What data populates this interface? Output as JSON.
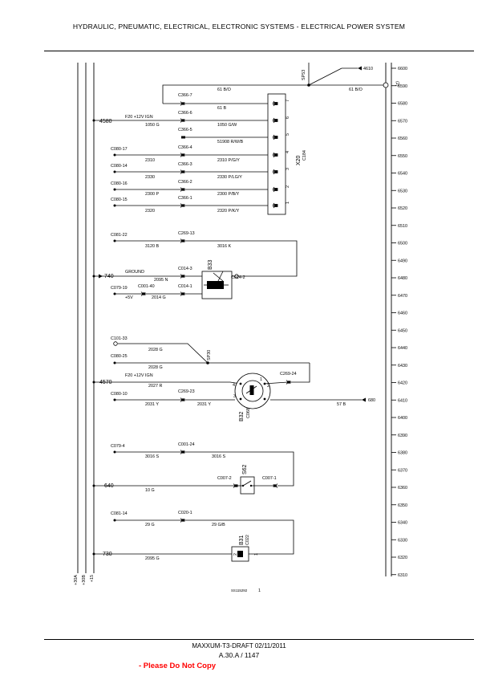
{
  "header": {
    "title": "HYDRAULIC, PNEUMATIC, ELECTRICAL, ELECTRONIC SYSTEMS - ELECTRICAL POWER SYSTEM"
  },
  "rails": {
    "labels": [
      "+30A",
      "+30B",
      "+15"
    ]
  },
  "scale": {
    "ticks": [
      "6600",
      "6590",
      "6580",
      "6570",
      "6560",
      "6550",
      "6540",
      "6530",
      "6520",
      "6510",
      "6500",
      "6490",
      "6480",
      "6470",
      "6460",
      "6450",
      "6440",
      "6430",
      "6420",
      "6410",
      "6400",
      "6390",
      "6380",
      "6370",
      "6360",
      "6350",
      "6340",
      "6330",
      "6320",
      "6310"
    ]
  },
  "top_section": {
    "sp53": "SP53",
    "ref_4610": "4610",
    "wire_61bo_left": "61 B/O",
    "wire_61bo_right": "61 B/O",
    "sheet_ref": "(2)",
    "c366_7": "C366-7",
    "w_61b": "61 B",
    "ref_4580": "4580",
    "f20_a": "F20 +12V IGN",
    "c366_6": "C366-6",
    "w_1050g_l": "1050 G",
    "w_1050gw": "1050 G/W",
    "c366_5": "C366-5",
    "w_51908": "51908 R/W/B",
    "c080_17": "C080-17",
    "c366_4": "C366-4",
    "w_2310": "2310",
    "w_2310pgy": "2310 P/G/Y",
    "c080_14": "C080-14",
    "c366_3": "C366-3",
    "w_2330": "2330",
    "w_2330plgy": "2330 P/LG/Y",
    "c080_16": "C080-16",
    "c366_2": "C366-2",
    "w_2300p": "2300 P",
    "w_2300pby": "2300 P/B/Y",
    "c080_15": "C080-15",
    "c366_1": "C366-1",
    "w_2320": "2320",
    "w_2320pky": "2320 P/K/Y",
    "x20": "X20",
    "c184": "C184",
    "pins": [
      "7",
      "6",
      "5",
      "4",
      "3",
      "2",
      "1"
    ]
  },
  "b33_section": {
    "c081_22": "C081-22",
    "c269_13": "C269-13",
    "w_3120b": "3120 B",
    "w_3016k": "3016 K",
    "b33": "B33",
    "c014_3": "C014-3",
    "ref_740": "740",
    "ground": "GROUND",
    "w_2095n": "2095 N",
    "c014_2": "C014-2",
    "c079_19": "C079-19",
    "c001_40": "C001-40",
    "c014_1": "C014-1",
    "plus5v": "+5V",
    "w_2014g": "2014 G"
  },
  "b32_section": {
    "c101_33": "C101-33",
    "w_2028g_1": "2028 G",
    "sp30": "SP30",
    "c080_25": "C080-25",
    "w_2028g_2": "2028 G",
    "ref_4570": "4570",
    "f20_b": "F20 +12V IGN",
    "c269_24": "C269-24",
    "w_2027r": "2027 R",
    "c080_10": "C080-10",
    "c269_23": "C269-23",
    "w_2031y_1": "2031 Y",
    "w_2031y_2": "2031 Y",
    "w_57b": "57 B",
    "ref_680": "680",
    "b32": "B32",
    "c068": "C068",
    "pin1": "1",
    "pin2": "2",
    "pin3": "3",
    "pin4": "4"
  },
  "s62_section": {
    "c079_4": "C079-4",
    "c001_24": "C001-24",
    "w_3016s_1": "3016 S",
    "w_3016s_2": "3016 S",
    "s62": "S62",
    "c007_2": "C007-2",
    "c007_1": "C007-1",
    "ref_640": "640",
    "w_10g": "10 G"
  },
  "b31_section": {
    "c081_14": "C081-14",
    "c020_1": "C020-1",
    "w_29g": "29 G",
    "w_29gb": "29 G/B",
    "b31": "B31",
    "c022": "C022",
    "ref_730": "730",
    "w_2095g": "2095 G",
    "pin2": "2",
    "pin1": "1"
  },
  "drawing_ref": {
    "id": "SS115292",
    "num": "1"
  },
  "footer": {
    "line1": "MAXXUM-T3-DRAFT 02/11/2011",
    "line2": "A.30.A / 1147",
    "notice": "- Please Do Not Copy"
  }
}
